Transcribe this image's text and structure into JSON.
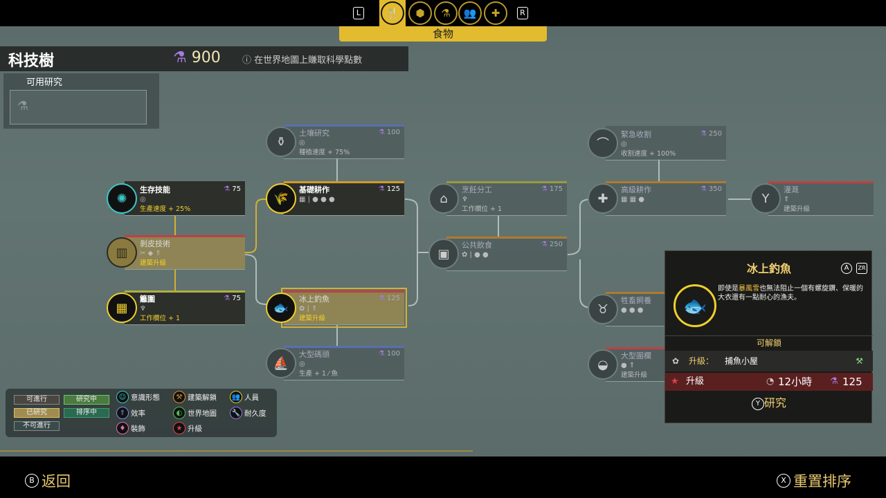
{
  "top_nav": {
    "left_key": "L",
    "right_key": "R",
    "active_category": "食物",
    "categories": [
      {
        "icon": "fork-knife-icon",
        "glyph": "🍴"
      },
      {
        "icon": "resources-icon",
        "glyph": "⬢"
      },
      {
        "icon": "industry-icon",
        "glyph": "⚗"
      },
      {
        "icon": "people-icon",
        "glyph": "👥"
      },
      {
        "icon": "shield-icon",
        "glyph": "✚"
      }
    ]
  },
  "header": {
    "title": "科技樹",
    "points": "900",
    "hint": "在世界地圖上賺取科學點數",
    "available_research": "可用研究"
  },
  "nodes": [
    {
      "id": "soil",
      "name": "土壤研究",
      "cost": "100",
      "icons": "◎",
      "effect": "種植速度 + 75%",
      "state": "gray",
      "bar": "#5a6fb0",
      "glyph": "⚱"
    },
    {
      "id": "survival",
      "name": "生存技能",
      "cost": "75",
      "icons": "◎",
      "effect": "生產速度 + 25%",
      "state": "dark teal",
      "bar": "",
      "glyph": "✺"
    },
    {
      "id": "farming",
      "name": "基礎耕作",
      "cost": "125",
      "icons": "▦ | ● ● ●",
      "effect": "",
      "state": "dark",
      "bar": "#d49a2a",
      "glyph": "🌾"
    },
    {
      "id": "skinning",
      "name": "剝皮技術",
      "cost": "",
      "icons": "✂ ◆ ⇑",
      "effect": "建築升級",
      "state": "tan",
      "bar": "#c04040",
      "glyph": "▥"
    },
    {
      "id": "fence",
      "name": "籬圍",
      "cost": "75",
      "icons": "♆",
      "effect": "工作欄位 + 1",
      "state": "dark",
      "bar": "#b0b040",
      "glyph": "▦"
    },
    {
      "id": "icefishing",
      "name": "冰上釣魚",
      "cost": "125",
      "icons": "✿ | ⇑",
      "effect": "建築升級",
      "state": "tan sel",
      "bar": "#c04040",
      "glyph": "🐟"
    },
    {
      "id": "dock",
      "name": "大型碼頭",
      "cost": "100",
      "icons": "◎",
      "effect": "生產 + 1 ⁄ 魚",
      "state": "gray",
      "bar": "#5a6fb0",
      "glyph": "⛵"
    },
    {
      "id": "cooking",
      "name": "烹飪分工",
      "cost": "175",
      "icons": "♆",
      "effect": "工作欄位 + 1",
      "state": "gray",
      "bar": "#9a9a40",
      "glyph": "⌂"
    },
    {
      "id": "dining",
      "name": "公共飲食",
      "cost": "250",
      "icons": "✿ | ● ●",
      "effect": "",
      "state": "gray",
      "bar": "#b07a30",
      "glyph": "▣"
    },
    {
      "id": "emergency",
      "name": "緊急收割",
      "cost": "250",
      "icons": "◎",
      "effect": "收割速度 + 100%",
      "state": "gray",
      "bar": "",
      "glyph": "⌒"
    },
    {
      "id": "advfarm",
      "name": "高級耕作",
      "cost": "350",
      "icons": "▦ ▦ ●",
      "effect": "",
      "state": "gray",
      "bar": "#b07a30",
      "glyph": "✚"
    },
    {
      "id": "irrigation",
      "name": "灌溉",
      "cost": "",
      "icons": "⇑",
      "effect": "建築升級",
      "state": "gray",
      "bar": "#c04040",
      "glyph": "Y"
    },
    {
      "id": "livestock",
      "name": "牲畜飼養",
      "cost": "",
      "icons": "● ● ●",
      "effect": "",
      "state": "gray",
      "bar": "#b07a30",
      "glyph": "♉"
    },
    {
      "id": "bigpen",
      "name": "大型圍欄",
      "cost": "",
      "icons": "● ⇑",
      "effect": "建築升級",
      "state": "gray",
      "bar": "#c04040",
      "glyph": "◒"
    }
  ],
  "legend": {
    "states": [
      "可進行",
      "研究中",
      "已研究",
      "排序中",
      "不可進行"
    ],
    "types": [
      {
        "label": "意識形態",
        "color": "#3cc7c7",
        "glyph": "☺"
      },
      {
        "label": "建築解鎖",
        "color": "#e09030",
        "glyph": "⚒"
      },
      {
        "label": "人員",
        "color": "#d0d030",
        "glyph": "👥"
      },
      {
        "label": "效率",
        "color": "#7a90e0",
        "glyph": "⇑"
      },
      {
        "label": "世界地圖",
        "color": "#50c050",
        "glyph": "◐"
      },
      {
        "label": "耐久度",
        "color": "#a070e0",
        "glyph": "🔧"
      },
      {
        "label": "裝飾",
        "color": "#e070b0",
        "glyph": "♦"
      },
      {
        "label": "升級",
        "color": "#e04050",
        "glyph": "★"
      }
    ]
  },
  "detail_panel": {
    "title": "冰上釣魚",
    "key_a": "A",
    "key_zr": "ZR",
    "desc_before": "即使是",
    "desc_highlight": "暴風雪",
    "desc_after": "也無法阻止一個有螺旋鑽、保暖的大衣還有一點耐心的漁夫。",
    "unlock_header": "可解鎖",
    "upgrade_label": "升級：",
    "upgrade_target": "捕魚小屋",
    "cost_label": "升級",
    "time": "12小時",
    "cost": "125",
    "research_key": "Y",
    "research_label": "研究"
  },
  "footer": {
    "back_key": "B",
    "back_label": "返回",
    "reset_key": "X",
    "reset_label": "重置排序"
  }
}
